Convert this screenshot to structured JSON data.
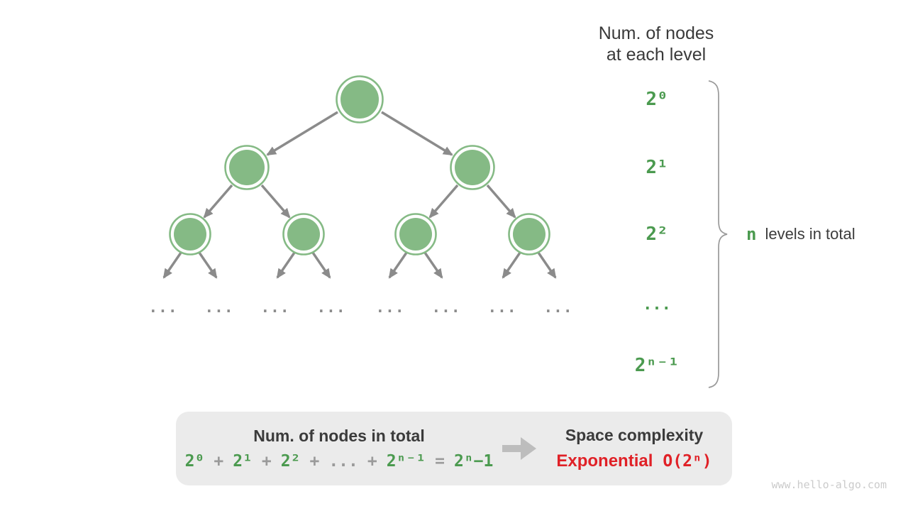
{
  "header": {
    "line1": "Num. of nodes",
    "line2": "at each level"
  },
  "tree": {
    "ellipsis": "...",
    "levels_shown": 3,
    "node_fill": "#85ba85",
    "arrow_color": "#8b8b8b"
  },
  "levels": [
    {
      "label": "2⁰"
    },
    {
      "label": "2¹"
    },
    {
      "label": "2²"
    },
    {
      "label": "..."
    },
    {
      "label": "2ⁿ⁻¹"
    }
  ],
  "brace": {
    "n": "n",
    "label": "levels in total"
  },
  "summary": {
    "left_title": "Num. of nodes in total",
    "formula": [
      {
        "t": "2⁰",
        "c": "green"
      },
      {
        "t": "+",
        "c": "gray"
      },
      {
        "t": "2¹",
        "c": "green"
      },
      {
        "t": "+",
        "c": "gray"
      },
      {
        "t": "2²",
        "c": "green"
      },
      {
        "t": "+",
        "c": "gray"
      },
      {
        "t": "...",
        "c": "gray"
      },
      {
        "t": "+",
        "c": "gray"
      },
      {
        "t": "2ⁿ⁻¹",
        "c": "green"
      },
      {
        "t": "=",
        "c": "gray"
      },
      {
        "t": "2ⁿ−1",
        "c": "green"
      }
    ],
    "right_title": "Space complexity",
    "complexity_name": "Exponential",
    "complexity_notation": "O(2ⁿ)"
  },
  "watermark": "www.hello-algo.com",
  "colors": {
    "green_text": "#4b9a4f",
    "red_text": "#e02127",
    "dark_text": "#3c3c3c",
    "node_fill": "#85ba85",
    "arrow": "#8b8b8b",
    "box_bg": "#ebebeb"
  }
}
